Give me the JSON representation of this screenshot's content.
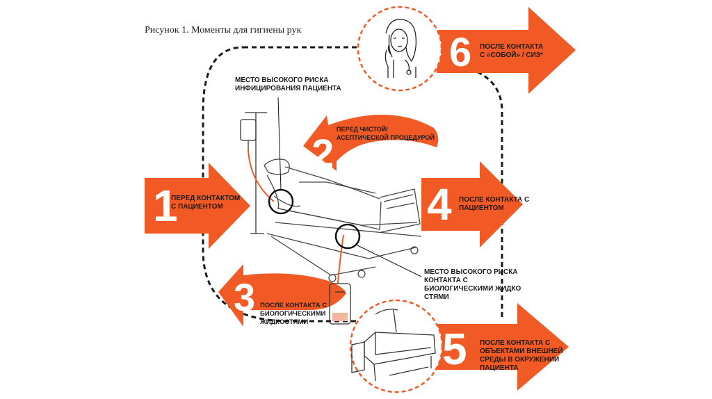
{
  "figure_caption": "Рисунок 1.  Моменты для гигиены рук",
  "colors": {
    "accent": "#F15A24",
    "line": "#1a1a1a"
  },
  "moments": [
    {
      "number": "1",
      "lines": [
        "ПЕРЕД КОНТАКТОМ",
        "С ПАЦИЕНТОМ"
      ]
    },
    {
      "number": "2",
      "lines": [
        "ПЕРЕД  ЧИСТОЙ/",
        "АСЕПТИЧЕСКОЙ ПРОЦЕДУРОЙ"
      ]
    },
    {
      "number": "3",
      "lines": [
        "ПОСЛЕ КОНТАКТА С",
        "БИОЛОГИЧЕСКИМИ",
        "ЖИДКОСТЯМИ"
      ]
    },
    {
      "number": "4",
      "lines": [
        "ПОСЛЕ КОНТАКТА С",
        "ПАЦИЕНТОМ"
      ]
    },
    {
      "number": "5",
      "lines": [
        "ПОСЛЕ КОНТАКТА С",
        "ОБЪЕКТАМИ ВНЕШНЕЙ",
        "СРЕДЫ В ОКРУЖЕНИИ",
        "ПАЦИЕНТА"
      ]
    },
    {
      "number": "6",
      "lines": [
        "ПОСЛЕ КОНТАКТА",
        "С «СОБОЙ» / СИЗ*"
      ]
    }
  ],
  "risk_labels": {
    "infection": [
      "МЕСТО ВЫСОКОГО РИСКА",
      "ИНФИЦИРОВАНИЯ ПАЦИЕНТА"
    ],
    "fluids": [
      "МЕСТО ВЫСОКОГО РИСКА",
      "КОНТАКТА С",
      "БИОЛОГИЧЕСКИМИ ЖИДКО",
      "СТЯМИ"
    ]
  }
}
